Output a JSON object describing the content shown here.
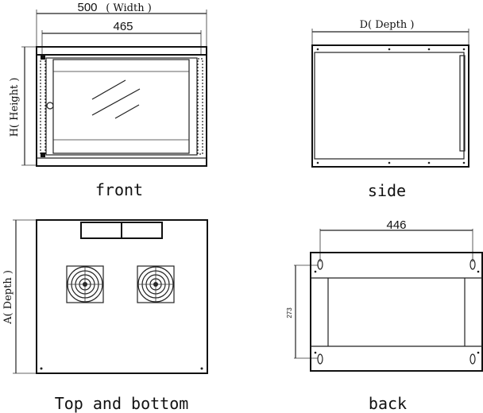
{
  "views": {
    "front": {
      "label": "front",
      "width_dim": "500",
      "width_name": "( Width )",
      "inner_width_dim": "465",
      "height_label": "H( Height )"
    },
    "side": {
      "label": "side",
      "depth_label": "D( Depth )"
    },
    "top": {
      "label": "Top and bottom",
      "depth_label": "A( Depth )"
    },
    "back": {
      "label": "back",
      "hole_spacing_horizontal": "446",
      "hole_spacing_vertical": "273"
    }
  }
}
